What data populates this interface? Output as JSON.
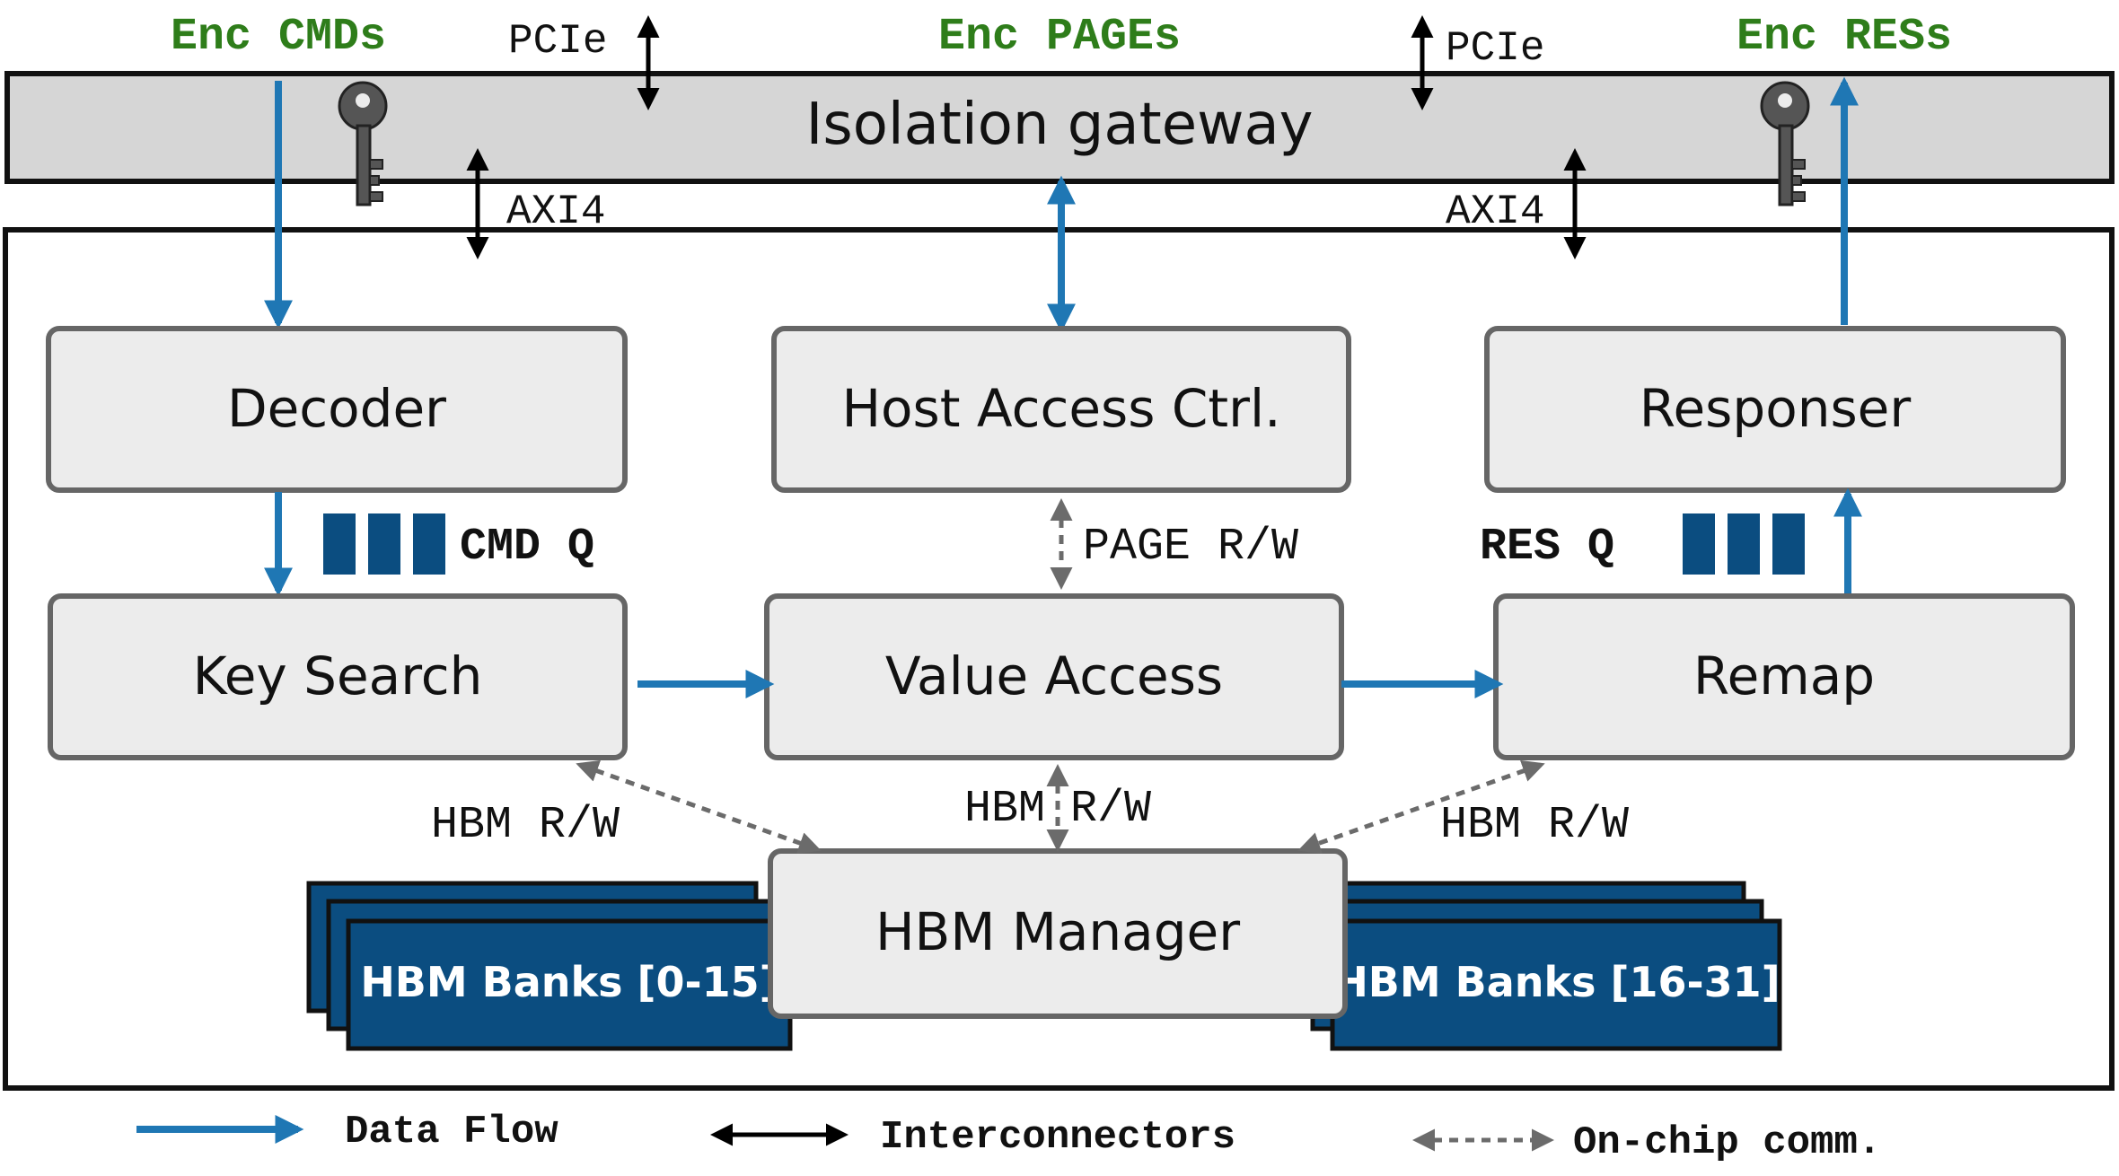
{
  "colors": {
    "data_flow": "#1f77b4",
    "bank_fill": "#0b4d80",
    "queue_fill": "#0b4d80",
    "green_label": "#2e7d1a",
    "box_fill": "#ececec",
    "box_stroke": "#666666",
    "gateway_fill": "#d6d6d6",
    "dashed": "#6b6b6b"
  },
  "top_labels": {
    "enc_cmds": "Enc CMDs",
    "enc_pages": "Enc PAGEs",
    "enc_ress": "Enc RESs",
    "pcie_left": "PCIe",
    "pcie_right": "PCIe"
  },
  "gateway": {
    "label": "Isolation gateway"
  },
  "axi": {
    "left": "AXI4",
    "right": "AXI4"
  },
  "modules": {
    "decoder": "Decoder",
    "host_access": "Host Access Ctrl.",
    "responser": "Responser",
    "key_search": "Key Search",
    "value_access": "Value Access",
    "remap": "Remap",
    "hbm_manager": "HBM Manager"
  },
  "queues": {
    "cmd": "CMD Q",
    "res": "RES Q"
  },
  "links": {
    "page_rw": "PAGE R/W",
    "hbm_rw_left": "HBM R/W",
    "hbm_rw_mid_a": "HBM",
    "hbm_rw_mid_b": "R/W",
    "hbm_rw_right": "HBM R/W"
  },
  "banks": {
    "left": "HBM Banks [0-15]",
    "right": "HBM Banks [16-31]"
  },
  "legend": {
    "data_flow": "Data Flow",
    "interconnectors": "Interconnectors",
    "onchip": "On-chip comm."
  },
  "icons": [
    "key-icon"
  ]
}
